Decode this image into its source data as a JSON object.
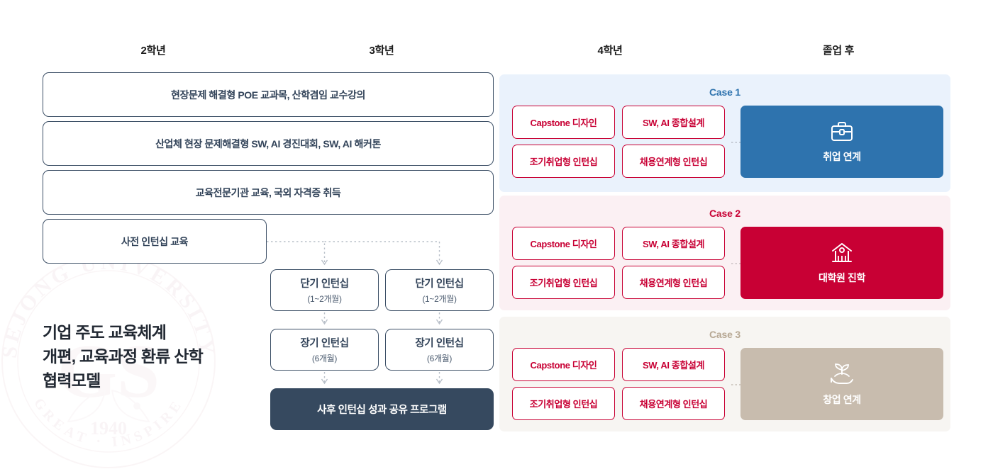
{
  "headline": "기업 주도 교육체계\n개편, 교육과정 환류 산학\n협력모델",
  "columns": [
    {
      "label": "2학년"
    },
    {
      "label": "3학년"
    },
    {
      "label": "4학년"
    },
    {
      "label": "졸업 후"
    }
  ],
  "curriculum_boxes": [
    {
      "label": "현장문제 해결형 POE 교과목, 산학겸임 교수강의"
    },
    {
      "label": "산업체 현장 문제해결형 SW, AI 경진대회, SW, AI 해커톤"
    },
    {
      "label": "교육전문기관 교육, 국외 자격증 취득"
    },
    {
      "label": "사전 인턴십 교육"
    }
  ],
  "internship_boxes": [
    {
      "title": "단기 인턴십",
      "sub": "(1~2개월)"
    },
    {
      "title": "단기 인턴십",
      "sub": "(1~2개월)"
    },
    {
      "title": "장기 인턴십",
      "sub": "(6개월)"
    },
    {
      "title": "장기 인턴십",
      "sub": "(6개월)"
    }
  ],
  "post_internship": {
    "label": "사후 인턴십 성과 공유 프로그램"
  },
  "cases": [
    {
      "label": "Case 1",
      "accent": "#2e73ae",
      "panel_bg": "#eaf2fc",
      "courses": [
        "Capstone 디자인",
        "SW, AI 종합설계",
        "조기취업형 인턴십",
        "채용연계형 인턴십"
      ],
      "outcome": {
        "label": "취업 연계",
        "icon": "briefcase-icon",
        "color": "#2e73ae"
      }
    },
    {
      "label": "Case 2",
      "accent": "#c80034",
      "panel_bg": "#fbf0f3",
      "courses": [
        "Capstone 디자인",
        "SW, AI 종합설계",
        "조기취업형 인턴십",
        "채용연계형 인턴십"
      ],
      "outcome": {
        "label": "대학원 진학",
        "icon": "school-building-icon",
        "color": "#c80034"
      }
    },
    {
      "label": "Case 3",
      "accent": "#b7a894",
      "panel_bg": "#f7f5f2",
      "courses": [
        "Capstone 디자인",
        "SW, AI 종합설계",
        "조기취업형 인턴십",
        "채용연계형 인턴십"
      ],
      "outcome": {
        "label": "창업 연계",
        "icon": "sprout-in-hand-icon",
        "color": "#c8bcae"
      }
    }
  ],
  "watermark": {
    "top_text": "SEJONG UNIVERSITY",
    "bottom_text": "GREAT · INSPIRE",
    "year": "1940",
    "monogram": "GS"
  },
  "colors": {
    "navy": "#36495f",
    "outline_navy": "#3c4f66",
    "red": "#c80034",
    "blue": "#2e73ae",
    "tan": "#c8bcae"
  }
}
